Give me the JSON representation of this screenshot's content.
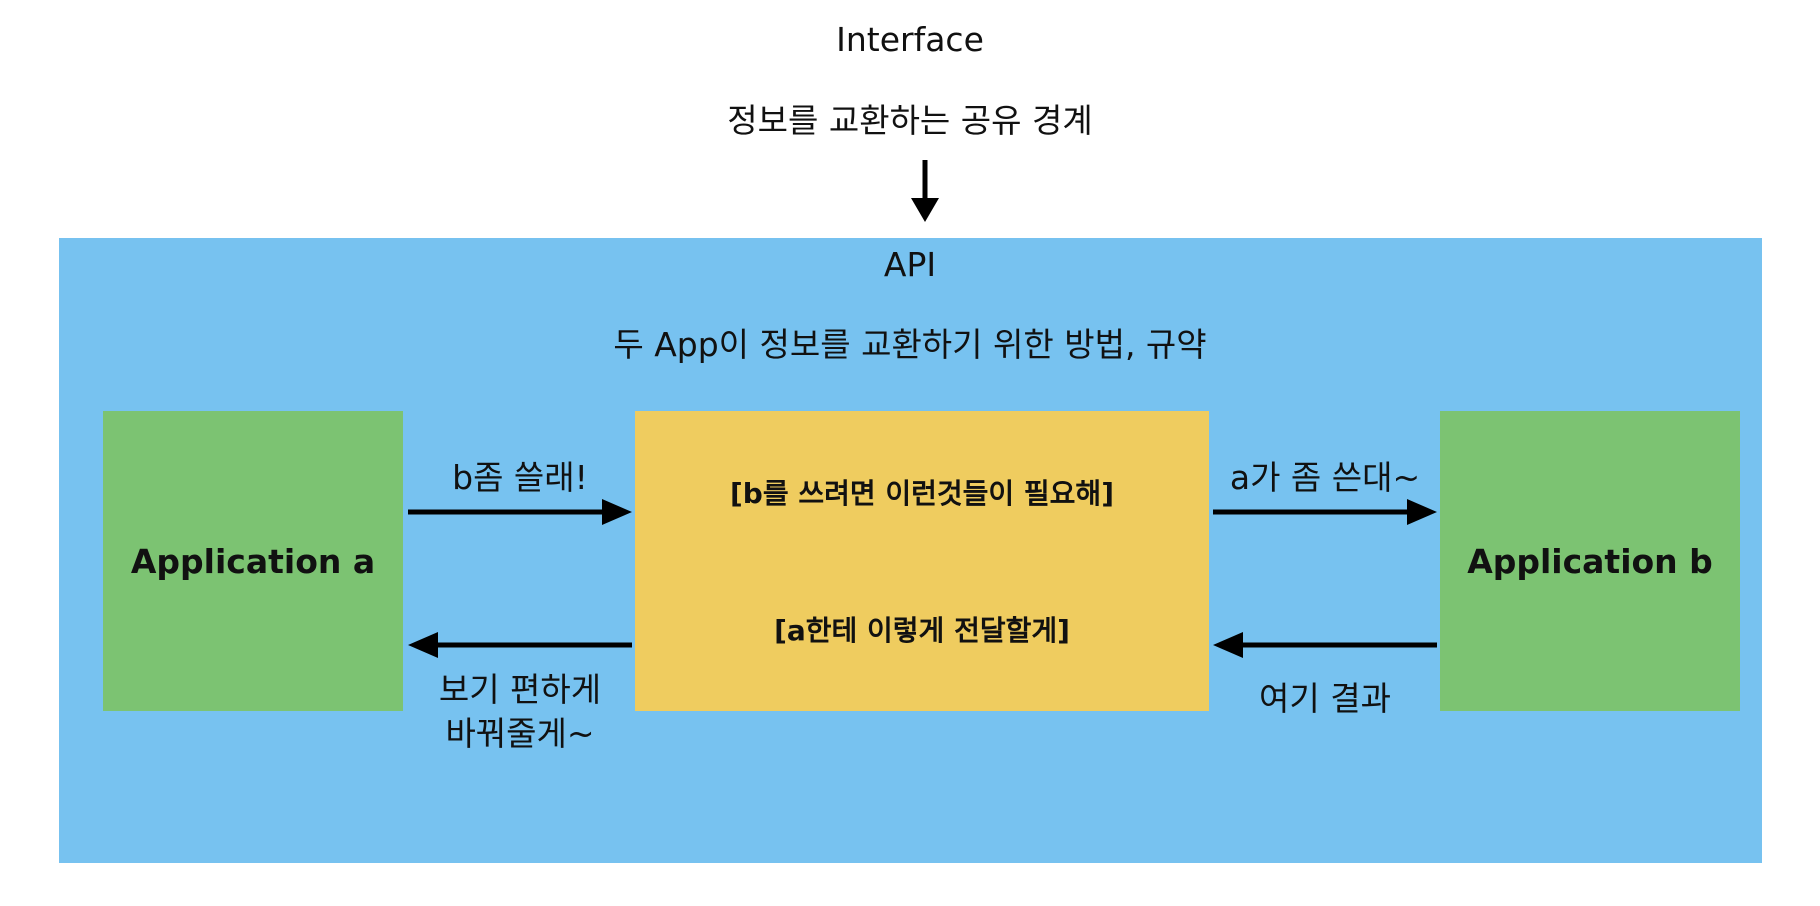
{
  "interface": {
    "title": "Interface",
    "description": "정보를 교환하는 공유 경계"
  },
  "api": {
    "title": "API",
    "description": "두 App이 정보를 교환하기 위한 방법, 규약"
  },
  "application_a": {
    "label": "Application a"
  },
  "application_b": {
    "label": "Application b"
  },
  "api_box": {
    "line_1": "[b를 쓰려면 이런것들이  필요해]",
    "line_2": "[a한테 이렇게 전달할게]"
  },
  "arrows": {
    "a_to_api_label": "b좀 쓸래!",
    "api_to_a_label_line_1": "보기 편하게",
    "api_to_a_label_line_2": "바꿔줄게~",
    "api_to_b_label": "a가 좀 쓴대~",
    "b_to_api_label": "여기 결과"
  },
  "colors": {
    "api_background": "#77c2f0",
    "application_box": "#7cc372",
    "center_box": "#efcc5f",
    "arrow": "#000000"
  }
}
